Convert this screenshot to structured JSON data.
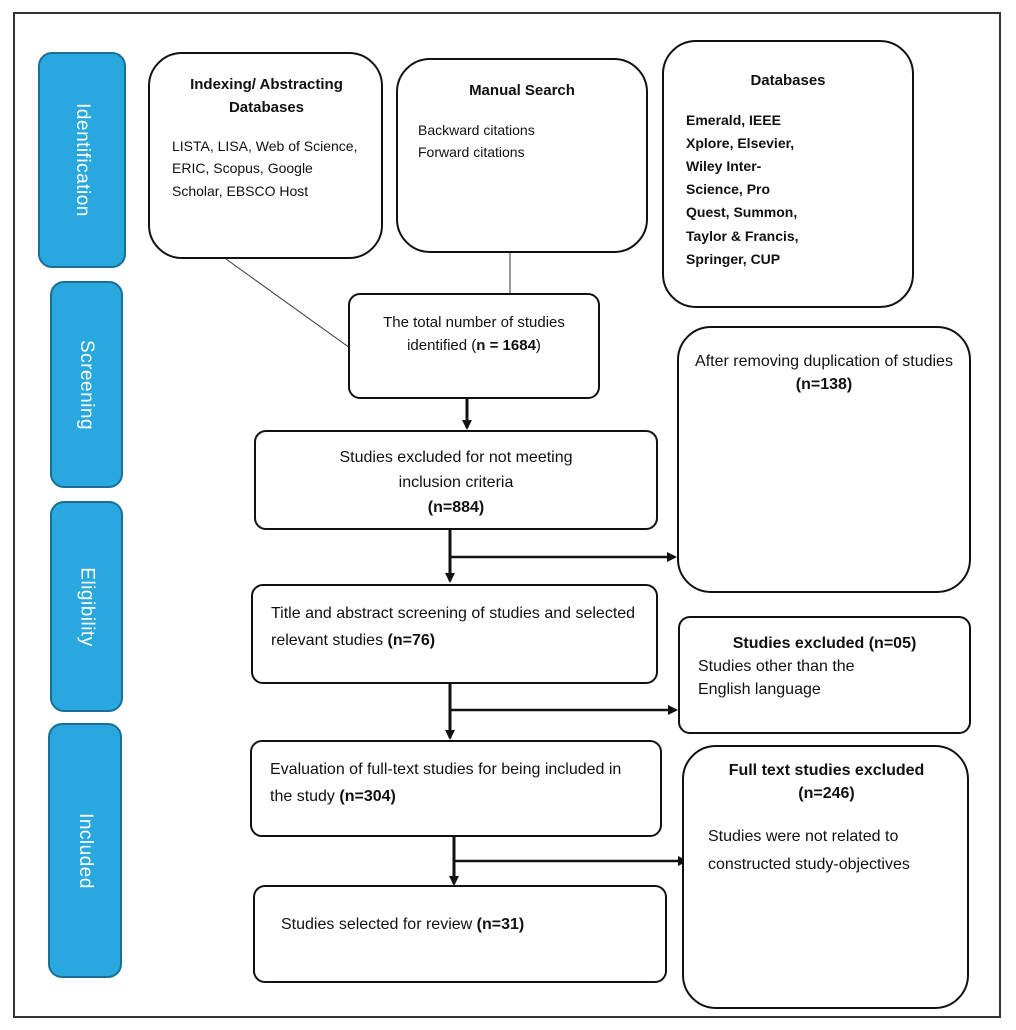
{
  "phases": {
    "identification": "Identification",
    "screening": "Screening",
    "eligibility": "Eligibility",
    "included": "Included"
  },
  "indexing": {
    "title": "Indexing/ Abstracting Databases",
    "body": "LISTA, LISA, Web of Science, ERIC, Scopus, Google Scholar, EBSCO Host"
  },
  "manual": {
    "title": "Manual Search",
    "line1": "Backward citations",
    "line2": "Forward citations"
  },
  "databases": {
    "title": "Databases",
    "list": "Emerald, IEEE Xplore, Elsevier, Wiley Inter-Science, Pro Quest, Summon, Taylor & Francis, Springer, CUP"
  },
  "total": {
    "text": "The total number of studies identified (",
    "count": "n = 1684",
    "close": ")"
  },
  "duplication": {
    "text": "After removing duplication of studies",
    "count": "(n=138)"
  },
  "excluded_criteria": {
    "text": "Studies excluded for not meeting inclusion criteria",
    "count": "(n=884)"
  },
  "title_abstract": {
    "text": "Title and abstract screening of studies and selected relevant studies ",
    "count": "(n=76)"
  },
  "excluded_language": {
    "title": "Studies excluded (n=05)",
    "text": "Studies other than the English language"
  },
  "fulltext_eval": {
    "text": "Evaluation of full-text studies for being included in the study ",
    "count": "(n=304)"
  },
  "fulltext_excluded": {
    "title": "Full text studies excluded",
    "count": "(n=246)",
    "text": "Studies were not related to constructed study-objectives"
  },
  "selected": {
    "text": "Studies selected for review ",
    "count": "(n=31)"
  }
}
